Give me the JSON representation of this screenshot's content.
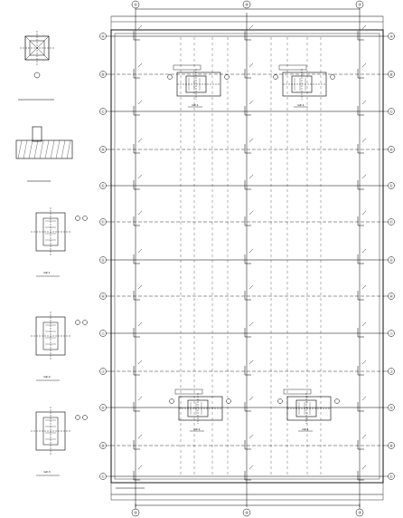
{
  "drawing": {
    "grid_axes_top": [
      "①",
      "②",
      "③"
    ],
    "grid_axes_left": [
      "Ⓐ",
      "Ⓑ",
      "Ⓒ",
      "Ⓓ",
      "Ⓔ",
      "Ⓕ",
      "Ⓖ",
      "Ⓗ",
      "Ⓘ",
      "Ⓙ"
    ],
    "joint_detail_tags": [
      "GZ-1",
      "GZ-1",
      "GZ-1",
      "GZ-1"
    ],
    "side_detail_tags": [
      "GZ-1",
      "GZ-2",
      "GZ-3"
    ],
    "colors": {
      "line": "#000000",
      "dash": "#000000",
      "background": "#ffffff"
    }
  }
}
